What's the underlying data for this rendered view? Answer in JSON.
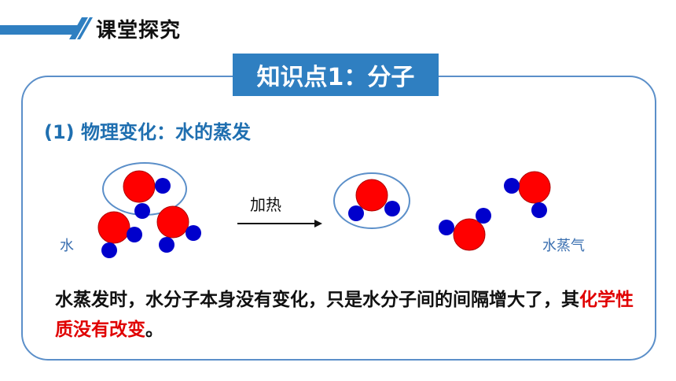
{
  "header": {
    "title": "课堂探究"
  },
  "badge": {
    "text": "知识点1：分子"
  },
  "subtitle": "(1) 物理变化：水的蒸发",
  "diagram": {
    "label_left": "水",
    "label_right": "水蒸气",
    "arrow_label": "加热"
  },
  "body": {
    "line_a": "水蒸发时，水分子本身没有变化，只是水分子间的间隔增大了，其",
    "highlight": "化学性质没有改变",
    "line_end": "。"
  },
  "colors": {
    "accent": "#2f7fc1",
    "oxygen": "#ff0000",
    "hydrogen": "#0000cc",
    "highlight": "#e00000"
  }
}
